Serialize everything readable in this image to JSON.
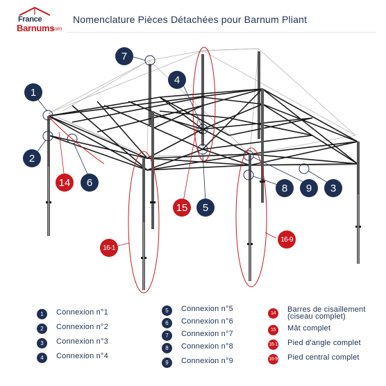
{
  "logo": {
    "line1": "France",
    "line2": "Barnums",
    "suffix": ".com"
  },
  "title": "Nomenclature Pièces Détachées pour Barnum Pliant",
  "colors": {
    "navy": "#1d2f52",
    "red": "#c8191f",
    "frame": "#1a1a1a",
    "pole": "#555555"
  },
  "badges": [
    {
      "id": "1",
      "color": "navy"
    },
    {
      "id": "2",
      "color": "navy"
    },
    {
      "id": "3",
      "color": "navy"
    },
    {
      "id": "4",
      "color": "navy"
    },
    {
      "id": "5",
      "color": "navy"
    },
    {
      "id": "6",
      "color": "navy"
    },
    {
      "id": "7",
      "color": "navy"
    },
    {
      "id": "8",
      "color": "navy"
    },
    {
      "id": "9",
      "color": "navy"
    },
    {
      "id": "14",
      "color": "red"
    },
    {
      "id": "15",
      "color": "red"
    },
    {
      "id": "16-1",
      "color": "red"
    },
    {
      "id": "16-9",
      "color": "red"
    }
  ],
  "legend": {
    "col1": [
      {
        "num": "1",
        "label": "Connexion n°1"
      },
      {
        "num": "2",
        "label": "Connexion n°2"
      },
      {
        "num": "3",
        "label": "Connexion n°3"
      },
      {
        "num": "4",
        "label": "Connexion n°4"
      }
    ],
    "col2": [
      {
        "num": "5",
        "label": "Connexion n°5"
      },
      {
        "num": "6",
        "label": "Connexion n°6"
      },
      {
        "num": "7",
        "label": "Connexion n°7"
      },
      {
        "num": "8",
        "label": "Connexion n°8"
      },
      {
        "num": "9",
        "label": "Connexion n°9"
      }
    ],
    "col3": [
      {
        "num": "14",
        "label": "Barres de cisaillement (ciseau complet)"
      },
      {
        "num": "15",
        "label": "Mât complet"
      },
      {
        "num": "16-1",
        "label": "Pied d'angle complet"
      },
      {
        "num": "16-9",
        "label": "Pied central complet"
      }
    ]
  }
}
